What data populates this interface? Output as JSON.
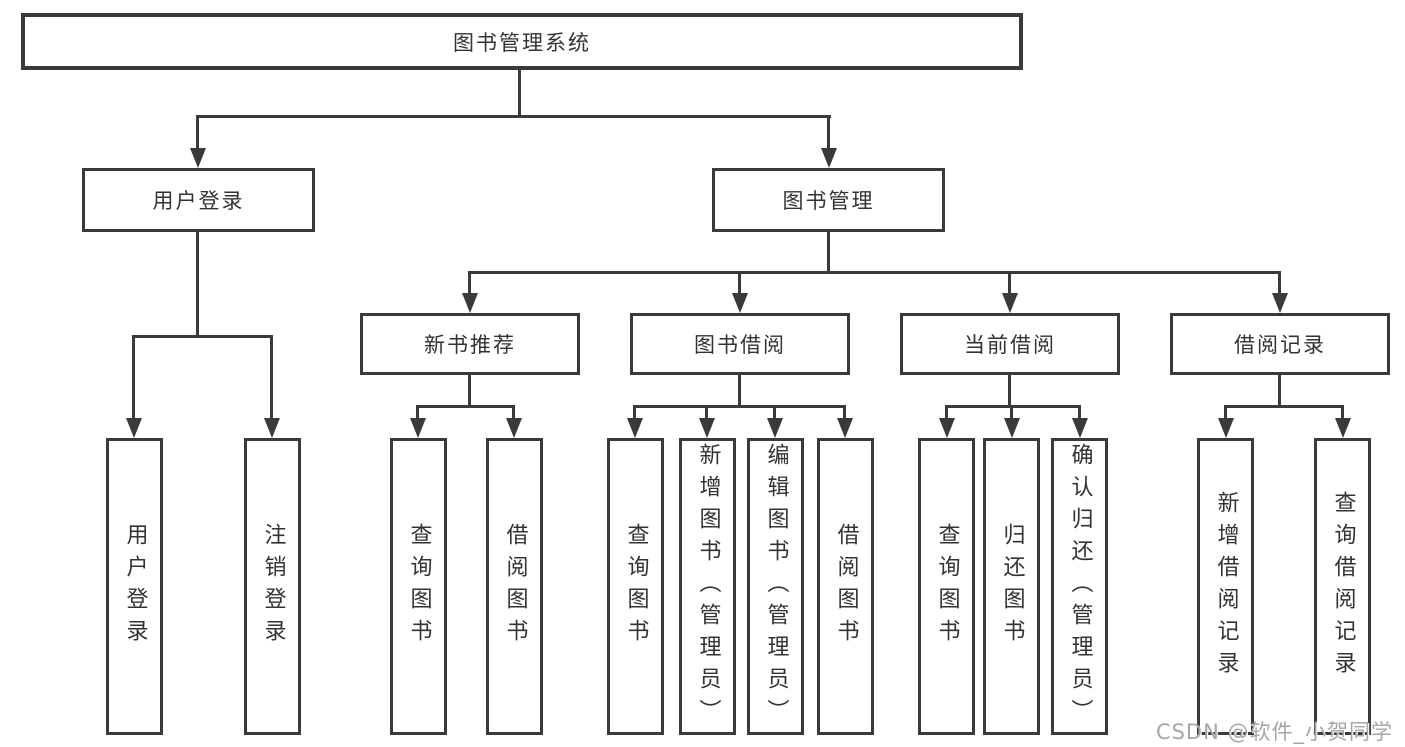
{
  "diagram": {
    "tree": {
      "label": "图书管理系统",
      "children": [
        {
          "label": "用户登录",
          "children": [
            {
              "label": "用户登录"
            },
            {
              "label": "注销登录"
            }
          ]
        },
        {
          "label": "图书管理",
          "children": [
            {
              "label": "新书推荐",
              "children": [
                {
                  "label": "查询图书"
                },
                {
                  "label": "借阅图书"
                }
              ]
            },
            {
              "label": "图书借阅",
              "children": [
                {
                  "label": "查询图书"
                },
                {
                  "label": "新增图书（管理员）"
                },
                {
                  "label": "编辑图书（管理员）"
                },
                {
                  "label": "借阅图书"
                }
              ]
            },
            {
              "label": "当前借阅",
              "children": [
                {
                  "label": "查询图书"
                },
                {
                  "label": "归还图书"
                },
                {
                  "label": "确认归还（管理员）"
                }
              ]
            },
            {
              "label": "借阅记录",
              "children": [
                {
                  "label": "新增借阅记录"
                },
                {
                  "label": "查询借阅记录"
                }
              ]
            }
          ]
        }
      ]
    },
    "watermark": {
      "text": "CSDN @软件_小贺同学"
    },
    "colors": {
      "line": "#3a3a3a",
      "text": "#333333",
      "watermark": "#a6a6a6",
      "background": "#ffffff"
    }
  }
}
